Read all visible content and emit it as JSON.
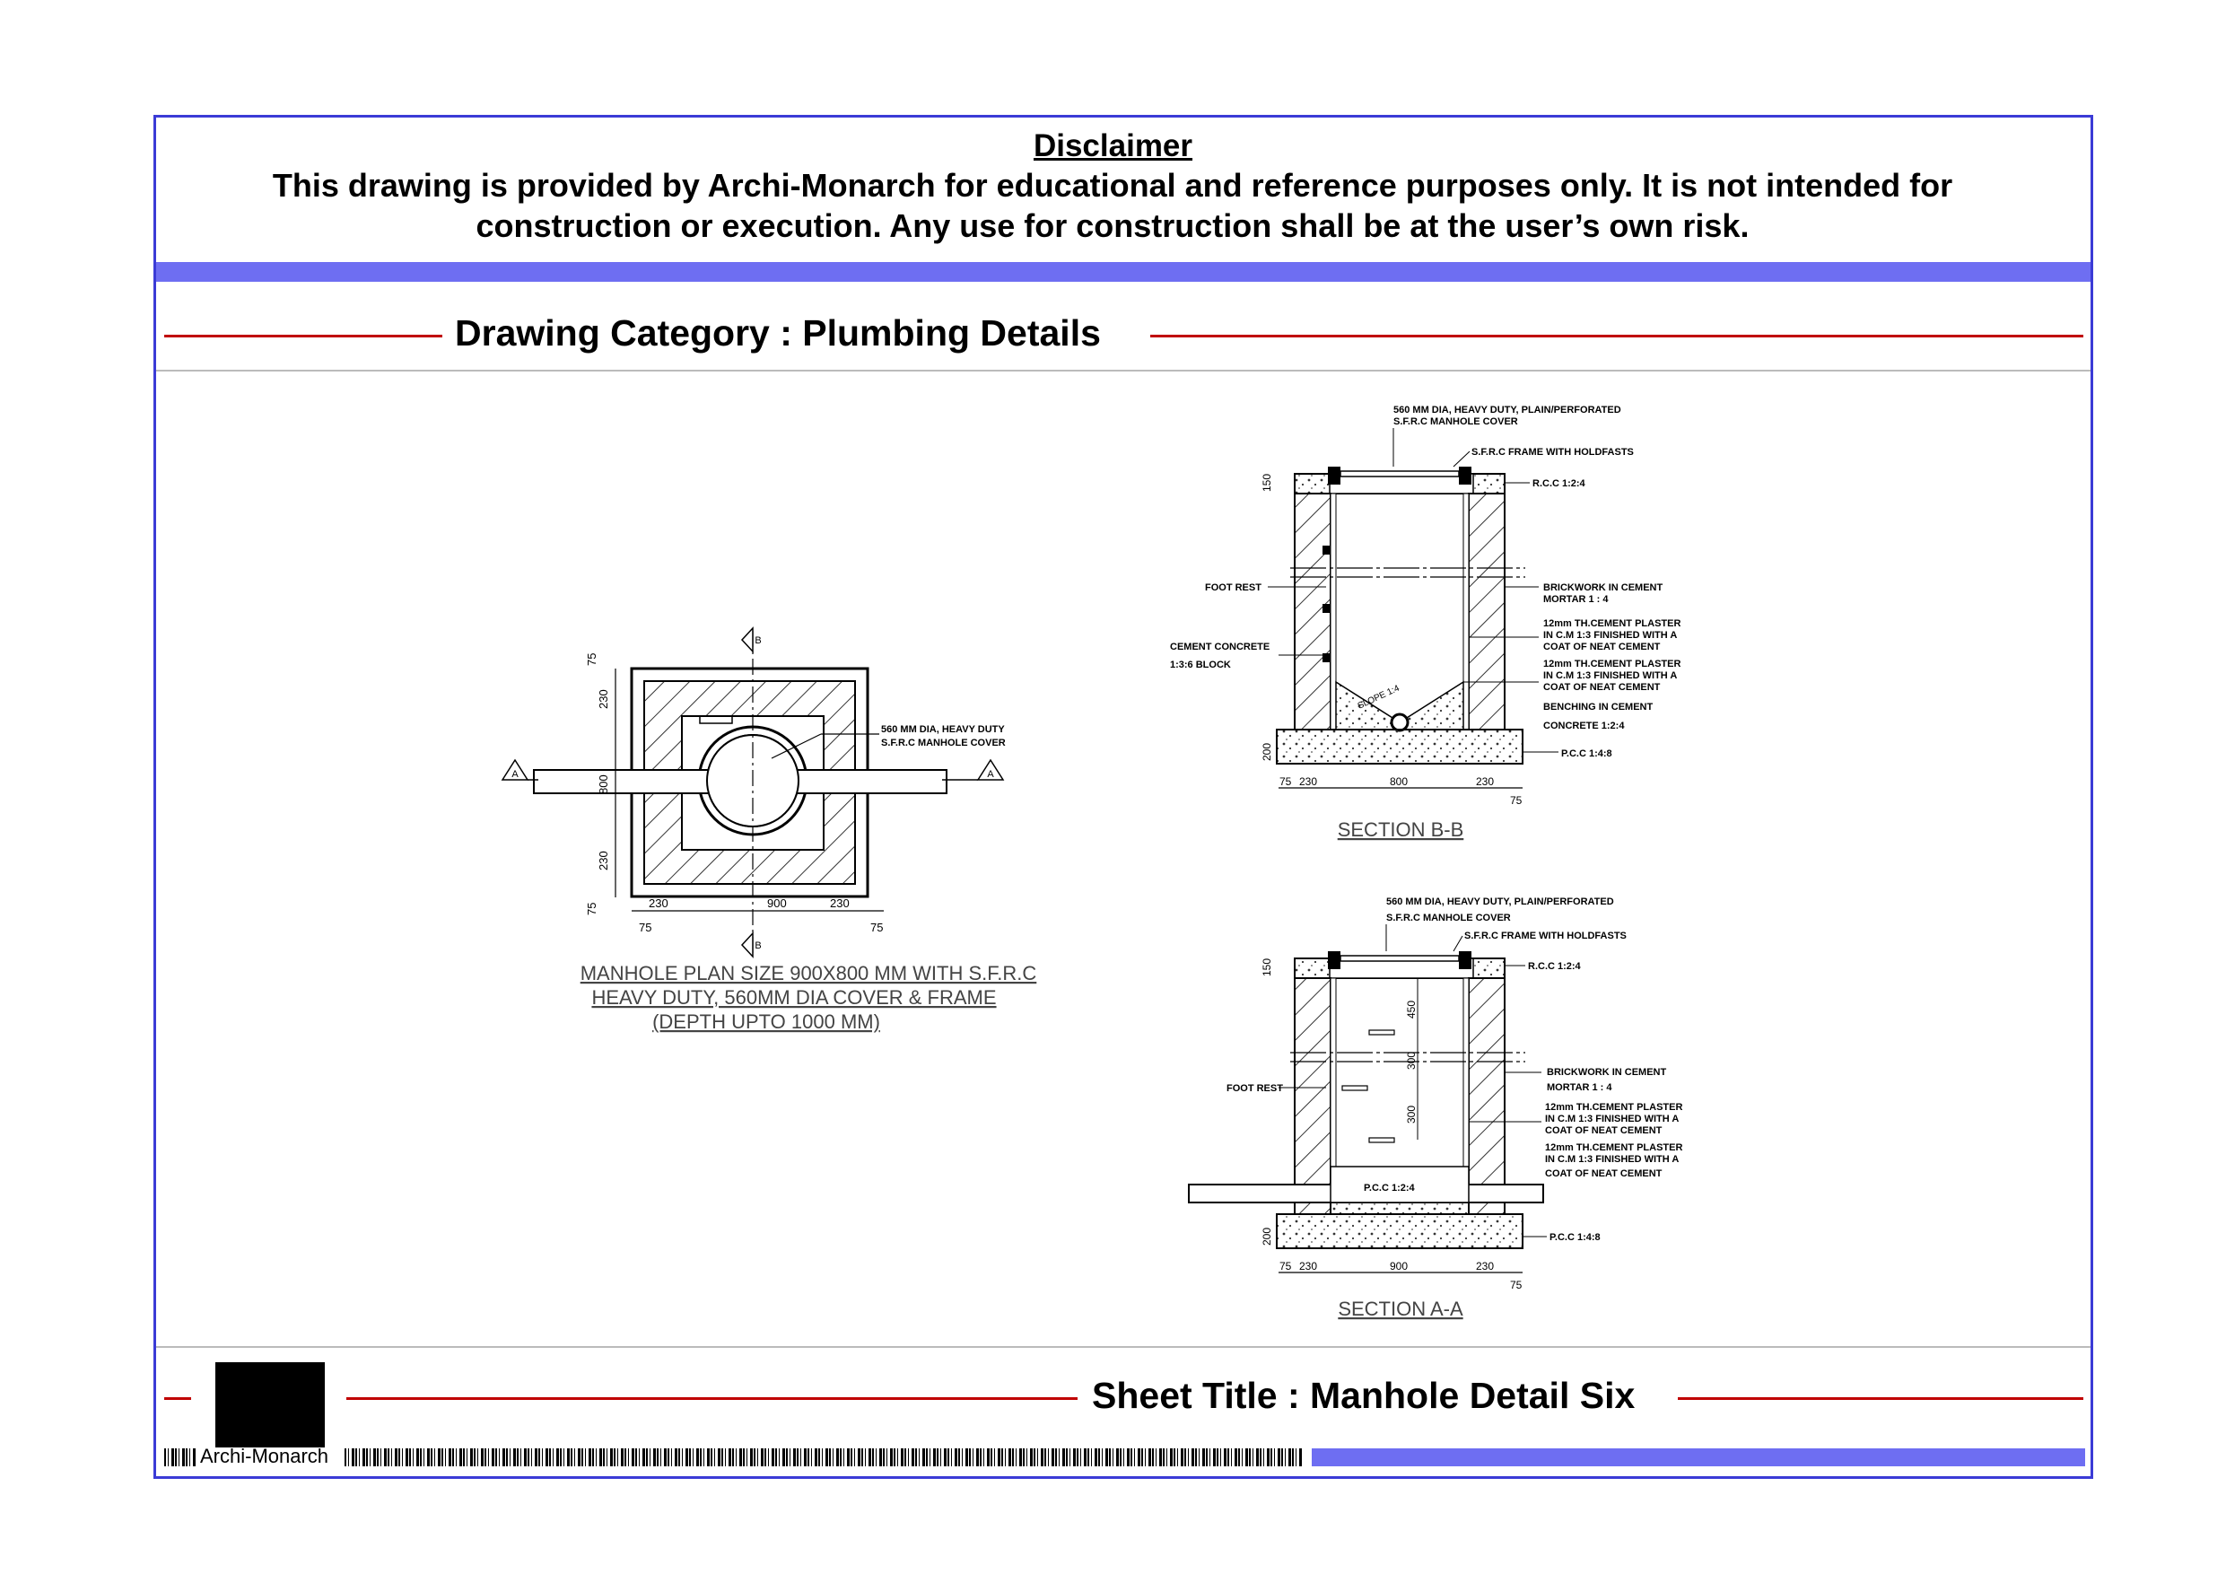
{
  "disclaimer": {
    "title": "Disclaimer",
    "line1": "This drawing is provided by Archi-Monarch for educational and reference purposes only. It is not intended for",
    "line2": "construction or execution. Any use for construction shall be at the user’s own risk."
  },
  "category": "Drawing Category : Plumbing Details",
  "sheet_title": "Sheet Title : Manhole Detail Six",
  "brand": "Archi-Monarch",
  "plan": {
    "caption": [
      "MANHOLE PLAN SIZE 900X800 MM WITH S.F.R.C",
      "HEAVY DUTY, 560MM DIA COVER & FRAME",
      "(DEPTH UPTO 1000 MM)"
    ],
    "note": [
      "560 MM DIA, HEAVY DUTY",
      "S.F.R.C MANHOLE COVER"
    ],
    "markers": {
      "a": "A",
      "b": "B"
    },
    "dims_h": [
      "230",
      "900",
      "230",
      "75",
      "75"
    ],
    "dims_v": [
      "75",
      "230",
      "800",
      "230",
      "75"
    ]
  },
  "section_bb": {
    "title": "SECTION B-B",
    "labels": {
      "cover": [
        "560 MM DIA, HEAVY DUTY, PLAIN/PERFORATED",
        "S.F.R.C MANHOLE COVER"
      ],
      "frame": "S.F.R.C FRAME WITH HOLDFASTS",
      "rcc": "R.C.C 1:2:4",
      "footrest": "FOOT REST",
      "cement": [
        "CEMENT CONCRETE",
        "1:3:6 BLOCK"
      ],
      "brick": [
        "BRICKWORK IN CEMENT",
        "MORTAR 1 : 4"
      ],
      "plaster1": [
        "12mm TH.CEMENT PLASTER",
        "IN C.M 1:3 FINISHED WITH A",
        "COAT OF NEAT CEMENT"
      ],
      "plaster2": [
        "12mm TH.CEMENT PLASTER",
        "IN C.M 1:3 FINISHED WITH A",
        "COAT OF NEAT CEMENT"
      ],
      "benching": [
        "BENCHING IN CEMENT",
        "CONCRETE 1:2:4"
      ],
      "pcc": "P.C.C 1:4:8",
      "slope": "SLOPE 1:4"
    },
    "dims": [
      "230",
      "800",
      "230",
      "75",
      "75",
      "150",
      "200"
    ]
  },
  "section_aa": {
    "title": "SECTION A-A",
    "labels": {
      "cover": [
        "560 MM DIA, HEAVY DUTY, PLAIN/PERFORATED",
        "S.F.R.C MANHOLE COVER"
      ],
      "frame": "S.F.R.C FRAME WITH HOLDFASTS",
      "rcc": "R.C.C 1:2:4",
      "footrest": "FOOT REST",
      "brick": [
        "BRICKWORK IN CEMENT",
        "MORTAR 1 : 4"
      ],
      "plaster1": [
        "12mm TH.CEMENT PLASTER",
        "IN C.M 1:3 FINISHED WITH A",
        "COAT OF NEAT CEMENT"
      ],
      "plaster2": [
        "12mm TH.CEMENT PLASTER",
        "IN C.M 1:3 FINISHED WITH A",
        "COAT OF NEAT CEMENT"
      ],
      "pcc_inner": "P.C.C 1:2:4",
      "pcc": "P.C.C 1:4:8"
    },
    "dims": [
      "230",
      "900",
      "230",
      "75",
      "75",
      "150",
      "200",
      "450",
      "300",
      "300"
    ]
  }
}
